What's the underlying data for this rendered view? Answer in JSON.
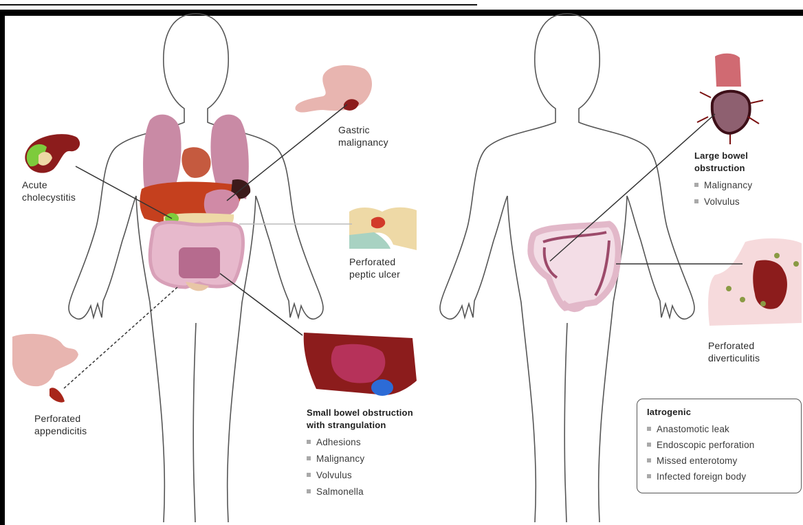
{
  "labels": {
    "acute_cholecystitis": [
      "Acute",
      "cholecystitis"
    ],
    "gastric_malignancy": [
      "Gastric",
      "malignancy"
    ],
    "perforated_peptic_ulcer": [
      "Perforated",
      "peptic ulcer"
    ],
    "perforated_appendicitis": [
      "Perforated",
      "appendicitis"
    ],
    "perforated_diverticulitis": [
      "Perforated",
      "diverticulitis"
    ]
  },
  "small_bowel": {
    "title": [
      "Small bowel obstruction",
      "with strangulation"
    ],
    "items": [
      "Adhesions",
      "Malignancy",
      "Volvulus",
      "Salmonella"
    ]
  },
  "large_bowel": {
    "title": [
      "Large bowel",
      "obstruction"
    ],
    "items": [
      "Malignancy",
      "Volvulus"
    ]
  },
  "iatrogenic": {
    "title": "Iatrogenic",
    "items": [
      "Anastomotic leak",
      "Endoscopic perforation",
      "Missed enterotomy",
      "Infected foreign body"
    ]
  },
  "colors": {
    "outline": "#555555",
    "lung": "#c98aa5",
    "liver": "#c5401e",
    "intestine": "#d8a0b8",
    "colon_wall": "#9c4a6a",
    "strangulated": "#8c1c1c",
    "stomach": "#e8b5b0",
    "pancreas": "#eed9a6",
    "gallbladder_green": "#7ecb3c"
  }
}
